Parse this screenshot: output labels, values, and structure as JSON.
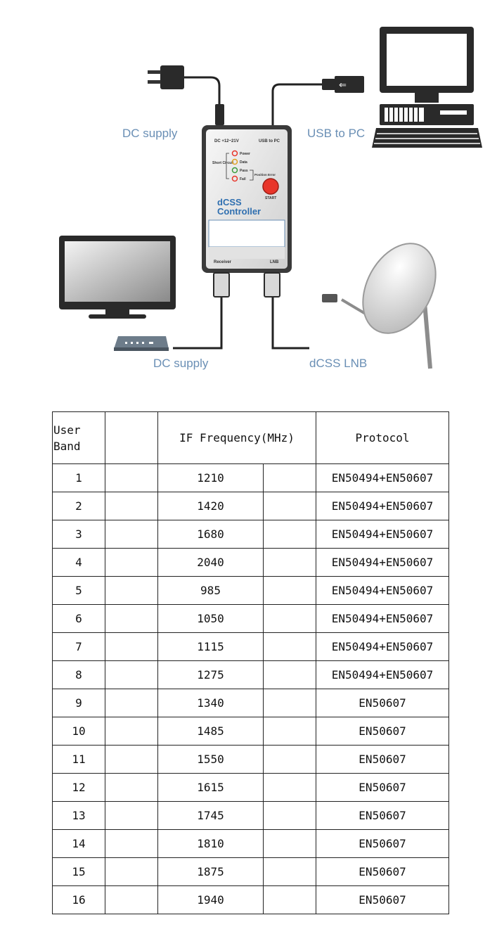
{
  "diagram": {
    "labels": {
      "dc_supply_top": "DC supply",
      "usb_to_pc": "USB to PC",
      "dc_supply_bottom": "DC supply",
      "dcss_lnb": "dCSS LNB"
    },
    "device": {
      "voltage": "DC +12~21V",
      "usb": "USB to PC",
      "short_circuit": "Short Circuit",
      "led_power": "Power",
      "led_data": "Data",
      "led_pass": "Pass",
      "led_fail": "Fail",
      "position_error": "Position Error",
      "start": "START",
      "title_line1": "dCSS",
      "title_line2": "Controller",
      "port_receiver": "Receiver",
      "port_lnb": "LNB"
    },
    "colors": {
      "label_blue": "#6a8fb5",
      "device_blue": "#2f6fb0",
      "start_red": "#e8352a"
    }
  },
  "table": {
    "headers": {
      "user_band": "User Band",
      "if_freq": "IF Frequency(MHz)",
      "protocol": "Protocol"
    },
    "rows": [
      {
        "band": "1",
        "freq": "1210",
        "protocol": "EN50494+EN50607"
      },
      {
        "band": "2",
        "freq": "1420",
        "protocol": "EN50494+EN50607"
      },
      {
        "band": "3",
        "freq": "1680",
        "protocol": "EN50494+EN50607"
      },
      {
        "band": "4",
        "freq": "2040",
        "protocol": "EN50494+EN50607"
      },
      {
        "band": "5",
        "freq": "985",
        "protocol": "EN50494+EN50607"
      },
      {
        "band": "6",
        "freq": "1050",
        "protocol": "EN50494+EN50607"
      },
      {
        "band": "7",
        "freq": "1115",
        "protocol": "EN50494+EN50607"
      },
      {
        "band": "8",
        "freq": "1275",
        "protocol": "EN50494+EN50607"
      },
      {
        "band": "9",
        "freq": "1340",
        "protocol": "EN50607"
      },
      {
        "band": "10",
        "freq": "1485",
        "protocol": "EN50607"
      },
      {
        "band": "11",
        "freq": "1550",
        "protocol": "EN50607"
      },
      {
        "band": "12",
        "freq": "1615",
        "protocol": "EN50607"
      },
      {
        "band": "13",
        "freq": "1745",
        "protocol": "EN50607"
      },
      {
        "band": "14",
        "freq": "1810",
        "protocol": "EN50607"
      },
      {
        "band": "15",
        "freq": "1875",
        "protocol": "EN50607"
      },
      {
        "band": "16",
        "freq": "1940",
        "protocol": "EN50607"
      }
    ]
  }
}
